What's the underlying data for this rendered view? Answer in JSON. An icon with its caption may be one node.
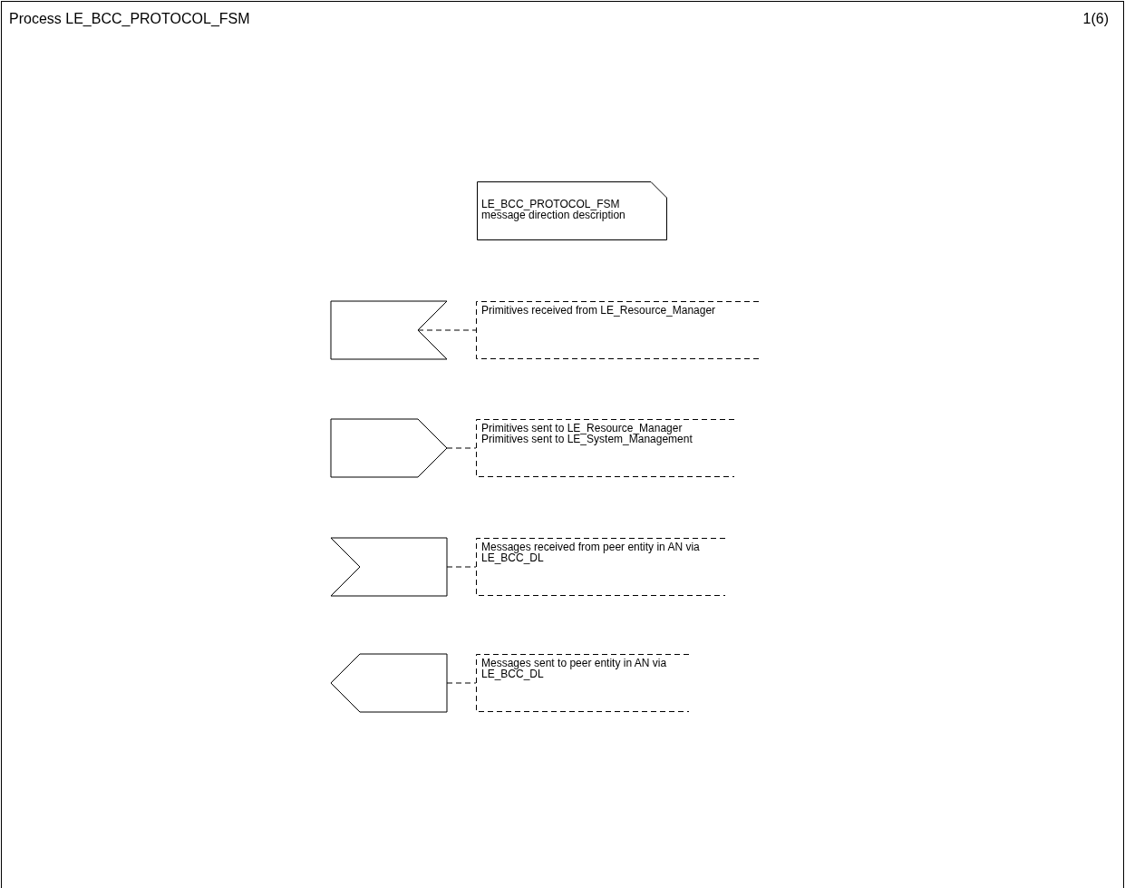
{
  "diagram": {
    "title": "Process LE_BCC_PROTOCOL_FSM",
    "nodes": [
      {
        "text": [
          "LE_BCC_PROTOCOL_FSM message direction description"
        ]
      },
      {
        "text": [],
        "shape": "flag"
      },
      {
        "text": [
          "Primitives received from LE_Resource_Manager"
        ]
      },
      {
        "text": [],
        "shape": "pentagon"
      },
      {
        "text": [
          "Primitives sent to LE_Resource_Manager",
          "Primitives sent to LE_System_Management"
        ]
      },
      {
        "text": [],
        "shape": "chevron"
      },
      {
        "text": [
          "Messages received from peer entity in AN via LE_BCC_DL"
        ]
      },
      {
        "text": [],
        "shape": "tag"
      },
      {
        "text": [
          "Messages sent to peer entity in AN via LE_BCC_DL"
        ]
      }
    ],
    "edges": [
      {
        "from": 1,
        "to": 2,
        "arrow": "none",
        "style": "dashed"
      },
      {
        "from": 3,
        "to": 4,
        "arrow": "none",
        "style": "dashed"
      },
      {
        "from": 5,
        "to": 6,
        "arrow": "none",
        "style": "dashed"
      },
      {
        "from": 7,
        "to": 8,
        "arrow": "none",
        "style": "dashed"
      }
    ],
    "labels": [
      "1(6)"
    ]
  }
}
